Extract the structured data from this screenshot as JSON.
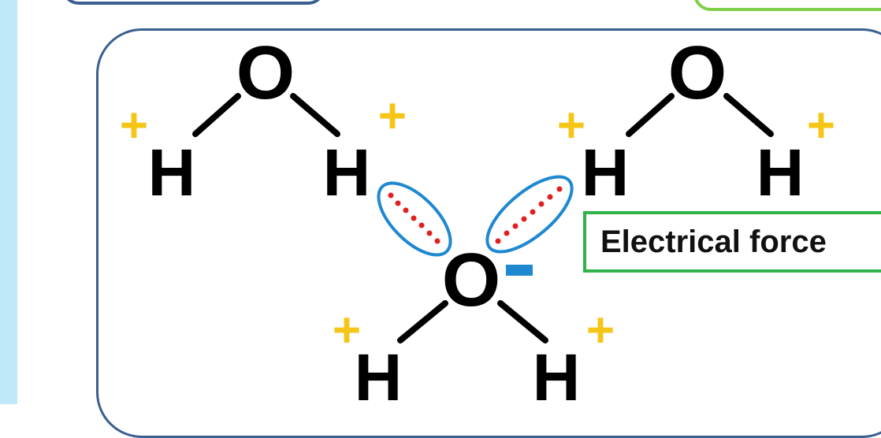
{
  "molecules": {
    "top_left": {
      "oxygen": "O",
      "h_left": "H",
      "h_right": "H",
      "charge_left": "+",
      "charge_right": "+"
    },
    "top_right": {
      "oxygen": "O",
      "h_left": "H",
      "h_right": "H",
      "charge_left": "+",
      "charge_right": "+"
    },
    "bottom": {
      "oxygen": "O",
      "h_left": "H",
      "h_right": "H",
      "charge_left": "+",
      "charge_right": "+",
      "charge_oxygen": "-"
    }
  },
  "label": {
    "force": "Electrical force"
  },
  "colors": {
    "positive_charge": "#f5c518",
    "negative_charge": "#1e88d0",
    "attraction_dots": "#e02020",
    "attraction_outline": "#1e88d0",
    "panel_border": "#3b5f8f",
    "label_border": "#2fb34a",
    "side_strip": "#bfe8f9"
  }
}
